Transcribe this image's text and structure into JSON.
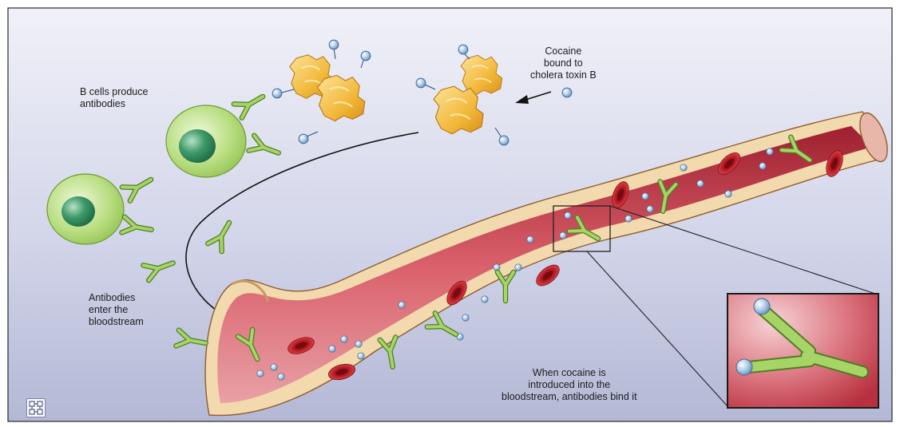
{
  "labels": {
    "b_cells": "B cells produce\nantibodies",
    "cocaine": "Cocaine\nbound to\ncholera toxin B",
    "antibodies_enter": "Antibodies\nenter the\nbloodstream",
    "when_cocaine": "When cocaine is\nintroduced into the\nbloodstream, antibodies bind it"
  },
  "colors": {
    "background_top": "#eef0f7",
    "background_bottom": "#b4b9d6",
    "vessel_wall": "#f3dcb2",
    "vessel_lumen": "#c2404c",
    "antibody": "#9ccd5a",
    "b_cell": "#a9d56d",
    "b_cell_nucleus": "#2f8a5e",
    "toxin": "#f1b63a",
    "cocaine": "#a9c9e6",
    "red_cell": "#c01d24"
  },
  "icons": [
    "b-cell-icon",
    "antibody-icon",
    "cholera-toxin-icon",
    "cocaine-molecule-icon",
    "red-blood-cell-icon",
    "blood-vessel-icon",
    "publisher-logo-icon"
  ]
}
